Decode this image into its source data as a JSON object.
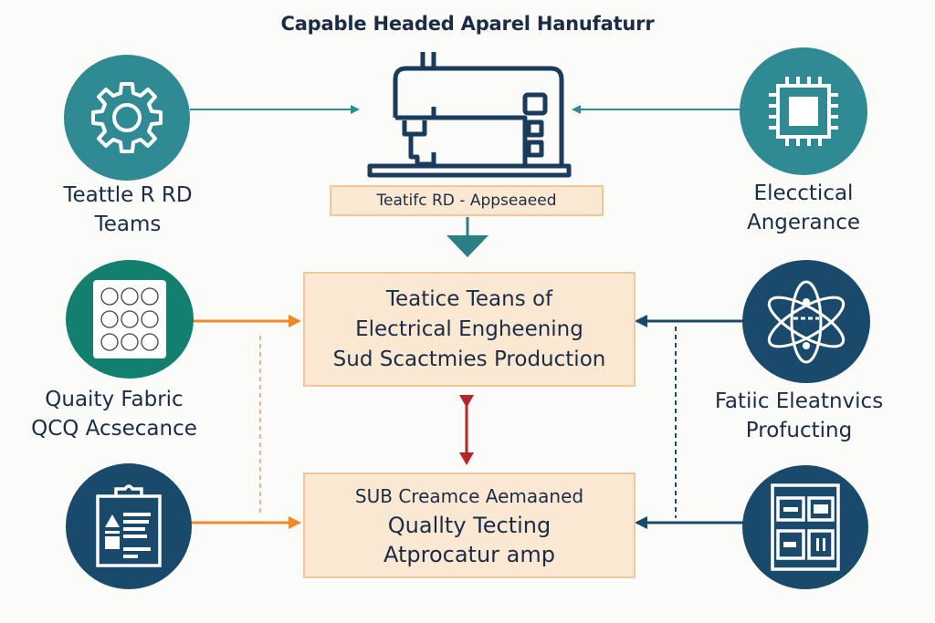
{
  "title": "Capable Headed Aparel Hanufaturr",
  "colors": {
    "teal": "#2f8a93",
    "green": "#13806f",
    "navy": "#1a4a6b",
    "box_fill": "#fbe8d3",
    "box_border": "#f2c79a",
    "orange_arrow": "#ef8a24",
    "red_arrow": "#b5262b",
    "dark_text": "#1b2d45"
  },
  "top_center": {
    "icon": "sewing-machine-icon",
    "label": "Teatifc RD - Appseaeed"
  },
  "nodes": {
    "top_left": {
      "icon": "gear-icon",
      "label_lines": [
        "Teattle R RD",
        "Teams"
      ]
    },
    "top_right": {
      "icon": "chip-icon",
      "label_lines": [
        "Elecctical",
        "Angerance"
      ]
    },
    "mid_left": {
      "icon": "fabric-swatch-icon",
      "label_lines": [
        "Quaity Fabric",
        "QCQ Acsecance"
      ]
    },
    "mid_right": {
      "icon": "atom-icon",
      "label_lines": [
        "Fatiic Eleatnvics",
        "Profucting"
      ]
    },
    "bottom_left": {
      "icon": "clipboard-icon",
      "label_lines": []
    },
    "bottom_right": {
      "icon": "control-panel-icon",
      "label_lines": []
    }
  },
  "boxes": {
    "production": {
      "lines": [
        "Teatice Teans of",
        "Electrical Engheening",
        "Sud Scactmies Production"
      ]
    },
    "quality": {
      "lines": [
        "SUB Creamce Aemaaned",
        "Quallty Tecting",
        "Atprocatur amp"
      ]
    }
  }
}
